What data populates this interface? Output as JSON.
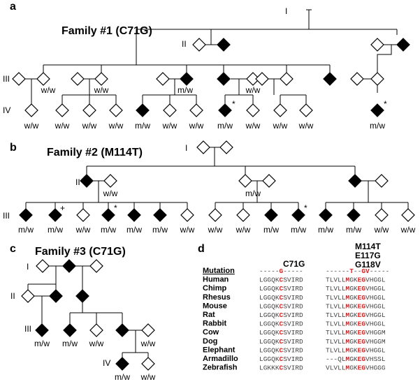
{
  "panels": {
    "a": {
      "letter": "a",
      "title": "Family #1 (C71G)",
      "generations": [
        "I",
        "II",
        "III",
        "IV"
      ]
    },
    "b": {
      "letter": "b",
      "title": "Family #2 (M114T)",
      "generations": [
        "I",
        "II",
        "III"
      ]
    },
    "c": {
      "letter": "c",
      "title": "Family #3 (C71G)",
      "generations": [
        "I",
        "II",
        "III",
        "IV"
      ]
    },
    "d": {
      "letter": "d",
      "col1_header": "C71G",
      "col2_header_lines": [
        "M114T",
        "E117G",
        "G118V"
      ],
      "mutation_label": "Mutation",
      "mutation_seq1": "-----G-----",
      "mutation_seq2": "------T--GV-----",
      "species": [
        {
          "name": "Human",
          "seq1": "LGGQKCSVIRD",
          "seq2": "TLVLLMGKEGVHGGL"
        },
        {
          "name": "Chimp",
          "seq1": "LGGQKCSVIRD",
          "seq2": "TLVLLMGKEGVHGGL"
        },
        {
          "name": "Rhesus",
          "seq1": "LGGQKCSVIRD",
          "seq2": "TLVLLMGKEGVHGGL"
        },
        {
          "name": "Mouse",
          "seq1": "LGGQKCSVIRD",
          "seq2": "TLVLLMGKEGVHGGL"
        },
        {
          "name": "Rat",
          "seq1": "LGGQKCSVIRD",
          "seq2": "TLVLLMGKEGVHGGL"
        },
        {
          "name": "Rabbit",
          "seq1": "LGGQKCSVIRD",
          "seq2": "TLVLLMGKEGVHGGL"
        },
        {
          "name": "Cow",
          "seq1": "LGGQKCSVIRD",
          "seq2": "TLVLLMGKEGVHGGM"
        },
        {
          "name": "Dog",
          "seq1": "LGGQKCSVIRD",
          "seq2": "TLVLLMGKEGVHGGM"
        },
        {
          "name": "Elephant",
          "seq1": "LGGQKCSVIRD",
          "seq2": "TLVLLMGKEGVHGGL"
        },
        {
          "name": "Armadillo",
          "seq1": "LGGQKCSVIRD",
          "seq2": "---QLMGKEGVHSSL"
        },
        {
          "name": "Zebrafish",
          "seq1": "LGKKKCSVIRD",
          "seq2": "VLVLLMGKEGVHGGG"
        }
      ]
    }
  },
  "genotype_labels": {
    "wt": "w/w",
    "het": "m/w"
  },
  "markers": {
    "proband": "*",
    "plus": "+"
  },
  "colors": {
    "affected": "#000000",
    "unaffected": "#ffffff",
    "highlight": "#e02020"
  }
}
